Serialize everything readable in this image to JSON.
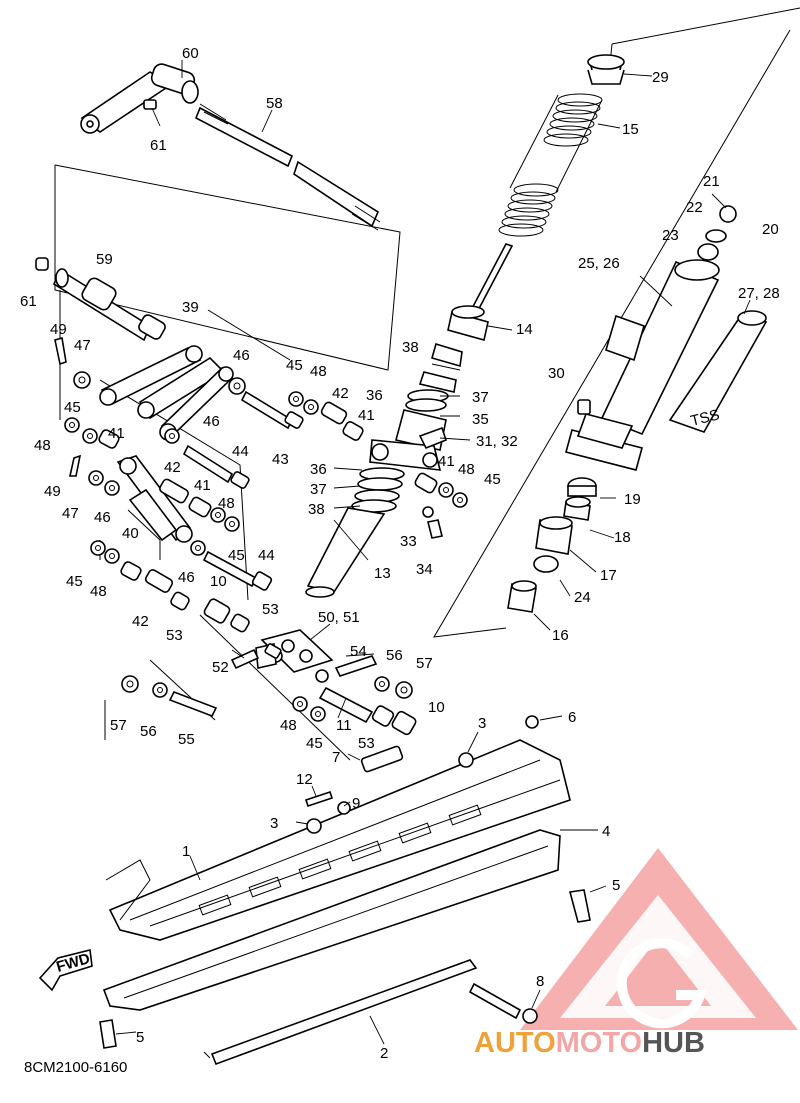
{
  "callouts": [
    {
      "id": "c60",
      "text": "60"
    },
    {
      "id": "c58",
      "text": "58"
    },
    {
      "id": "c61a",
      "text": "61"
    },
    {
      "id": "c29",
      "text": "29"
    },
    {
      "id": "c15",
      "text": "15"
    },
    {
      "id": "c21",
      "text": "21"
    },
    {
      "id": "c22",
      "text": "22"
    },
    {
      "id": "c20",
      "text": "20"
    },
    {
      "id": "c23",
      "text": "23"
    },
    {
      "id": "c2526",
      "text": "25, 26"
    },
    {
      "id": "c2728",
      "text": "27, 28"
    },
    {
      "id": "c61b",
      "text": "61"
    },
    {
      "id": "c59",
      "text": "59"
    },
    {
      "id": "c14",
      "text": "14"
    },
    {
      "id": "c49a",
      "text": "49"
    },
    {
      "id": "c47a",
      "text": "47"
    },
    {
      "id": "c39",
      "text": "39"
    },
    {
      "id": "c46a",
      "text": "46"
    },
    {
      "id": "c45a",
      "text": "45"
    },
    {
      "id": "c48a",
      "text": "48"
    },
    {
      "id": "c38a",
      "text": "38"
    },
    {
      "id": "c30",
      "text": "30"
    },
    {
      "id": "c42a",
      "text": "42"
    },
    {
      "id": "c36a",
      "text": "36"
    },
    {
      "id": "c37a",
      "text": "37"
    },
    {
      "id": "c45b",
      "text": "45"
    },
    {
      "id": "c41a",
      "text": "41"
    },
    {
      "id": "c35",
      "text": "35"
    },
    {
      "id": "c46b",
      "text": "46"
    },
    {
      "id": "c48b",
      "text": "48"
    },
    {
      "id": "c41b",
      "text": "41"
    },
    {
      "id": "c3132",
      "text": "31, 32"
    },
    {
      "id": "c43",
      "text": "43"
    },
    {
      "id": "c44a",
      "text": "44"
    },
    {
      "id": "c49b",
      "text": "49"
    },
    {
      "id": "c42b",
      "text": "42"
    },
    {
      "id": "c36b",
      "text": "36"
    },
    {
      "id": "c41c",
      "text": "41"
    },
    {
      "id": "c48c",
      "text": "48"
    },
    {
      "id": "c45c",
      "text": "45"
    },
    {
      "id": "c19",
      "text": "19"
    },
    {
      "id": "c47b",
      "text": "47"
    },
    {
      "id": "c46c",
      "text": "46"
    },
    {
      "id": "c41d",
      "text": "41"
    },
    {
      "id": "c37b",
      "text": "37"
    },
    {
      "id": "c48d",
      "text": "48"
    },
    {
      "id": "c40",
      "text": "40"
    },
    {
      "id": "c38b",
      "text": "38"
    },
    {
      "id": "c18",
      "text": "18"
    },
    {
      "id": "c45d",
      "text": "45"
    },
    {
      "id": "c33",
      "text": "33"
    },
    {
      "id": "c44b",
      "text": "44"
    },
    {
      "id": "c17",
      "text": "17"
    },
    {
      "id": "c46d",
      "text": "46"
    },
    {
      "id": "c34",
      "text": "34"
    },
    {
      "id": "c13",
      "text": "13"
    },
    {
      "id": "c45e",
      "text": "45"
    },
    {
      "id": "c48e",
      "text": "48"
    },
    {
      "id": "c10a",
      "text": "10"
    },
    {
      "id": "c24",
      "text": "24"
    },
    {
      "id": "c53a",
      "text": "53"
    },
    {
      "id": "c42c",
      "text": "42"
    },
    {
      "id": "c53b",
      "text": "53"
    },
    {
      "id": "c5051",
      "text": "50, 51"
    },
    {
      "id": "c16",
      "text": "16"
    },
    {
      "id": "c54",
      "text": "54"
    },
    {
      "id": "c56a",
      "text": "56"
    },
    {
      "id": "c52",
      "text": "52"
    },
    {
      "id": "c57a",
      "text": "57"
    },
    {
      "id": "c10b",
      "text": "10"
    },
    {
      "id": "c57b",
      "text": "57"
    },
    {
      "id": "c56b",
      "text": "56"
    },
    {
      "id": "c55",
      "text": "55"
    },
    {
      "id": "c48f",
      "text": "48"
    },
    {
      "id": "c11",
      "text": "11"
    },
    {
      "id": "c3a",
      "text": "3"
    },
    {
      "id": "c6",
      "text": "6"
    },
    {
      "id": "c45f",
      "text": "45"
    },
    {
      "id": "c53c",
      "text": "53"
    },
    {
      "id": "c7",
      "text": "7"
    },
    {
      "id": "c12",
      "text": "12"
    },
    {
      "id": "c9",
      "text": "9"
    },
    {
      "id": "c3b",
      "text": "3"
    },
    {
      "id": "c4",
      "text": "4"
    },
    {
      "id": "c1",
      "text": "1"
    },
    {
      "id": "c5a",
      "text": "5"
    },
    {
      "id": "c8",
      "text": "8"
    },
    {
      "id": "c5b",
      "text": "5"
    },
    {
      "id": "c2",
      "text": "2"
    }
  ],
  "fwd_label": "FWD",
  "shock_brand": "TSS",
  "diagram_code": "8CM2100-6160",
  "watermark": {
    "part1": "AUTO",
    "part2": "MOTO",
    "part3": "HUB",
    "color1": "#f0a23a",
    "color2": "#f2a6a6",
    "color3": "#555555"
  },
  "colors": {
    "line": "#000000",
    "watermark_red": "#f29c9c"
  }
}
